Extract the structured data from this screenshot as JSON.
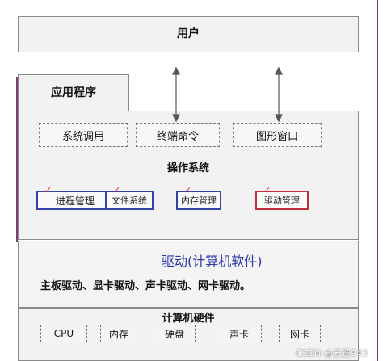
{
  "diagram": {
    "user_layer": "用户",
    "app_layer": "应用程序",
    "interfaces": [
      "系统调用",
      "终端命令",
      "图形窗口"
    ],
    "os_title": "操作系统",
    "os_modules": [
      "进程管理",
      "文件系统",
      "内存管理",
      "驱动管理"
    ],
    "driver_title": "驱动(计算机软件)",
    "driver_list": "主板驱动、显卡驱动、声卡驱动、网卡驱动。",
    "hardware_title": "计算机硬件",
    "hardware_items": [
      "CPU",
      "内存",
      "硬盘",
      "声卡",
      "网卡"
    ],
    "watermark": "CSDN @云逸943"
  },
  "colors": {
    "side_line": "#7b3f7d",
    "module_border": "#3343a8",
    "module_border_highlight": "#c0303a",
    "driver_title": "#2c3aa8"
  }
}
